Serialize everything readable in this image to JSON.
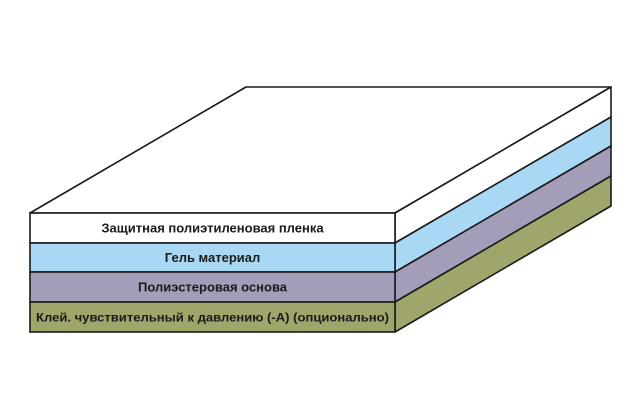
{
  "layers": [
    {
      "label": "Защитная полиэтиленовая пленка",
      "color": "#ffffff",
      "side_color": "#ffffff"
    },
    {
      "label": "Гель материал",
      "color": "#a8d8f3",
      "side_color": "#a8d8f3"
    },
    {
      "label": "Полиэстеровая основа",
      "color": "#a49db9",
      "side_color": "#a49db9"
    },
    {
      "label": "Клей. чувствительный к давлению (-А) (опционально)",
      "color": "#a0a56c",
      "side_color": "#a0a56c"
    }
  ],
  "top_color": "#ffffff",
  "outline_color": "#1a1a1a"
}
